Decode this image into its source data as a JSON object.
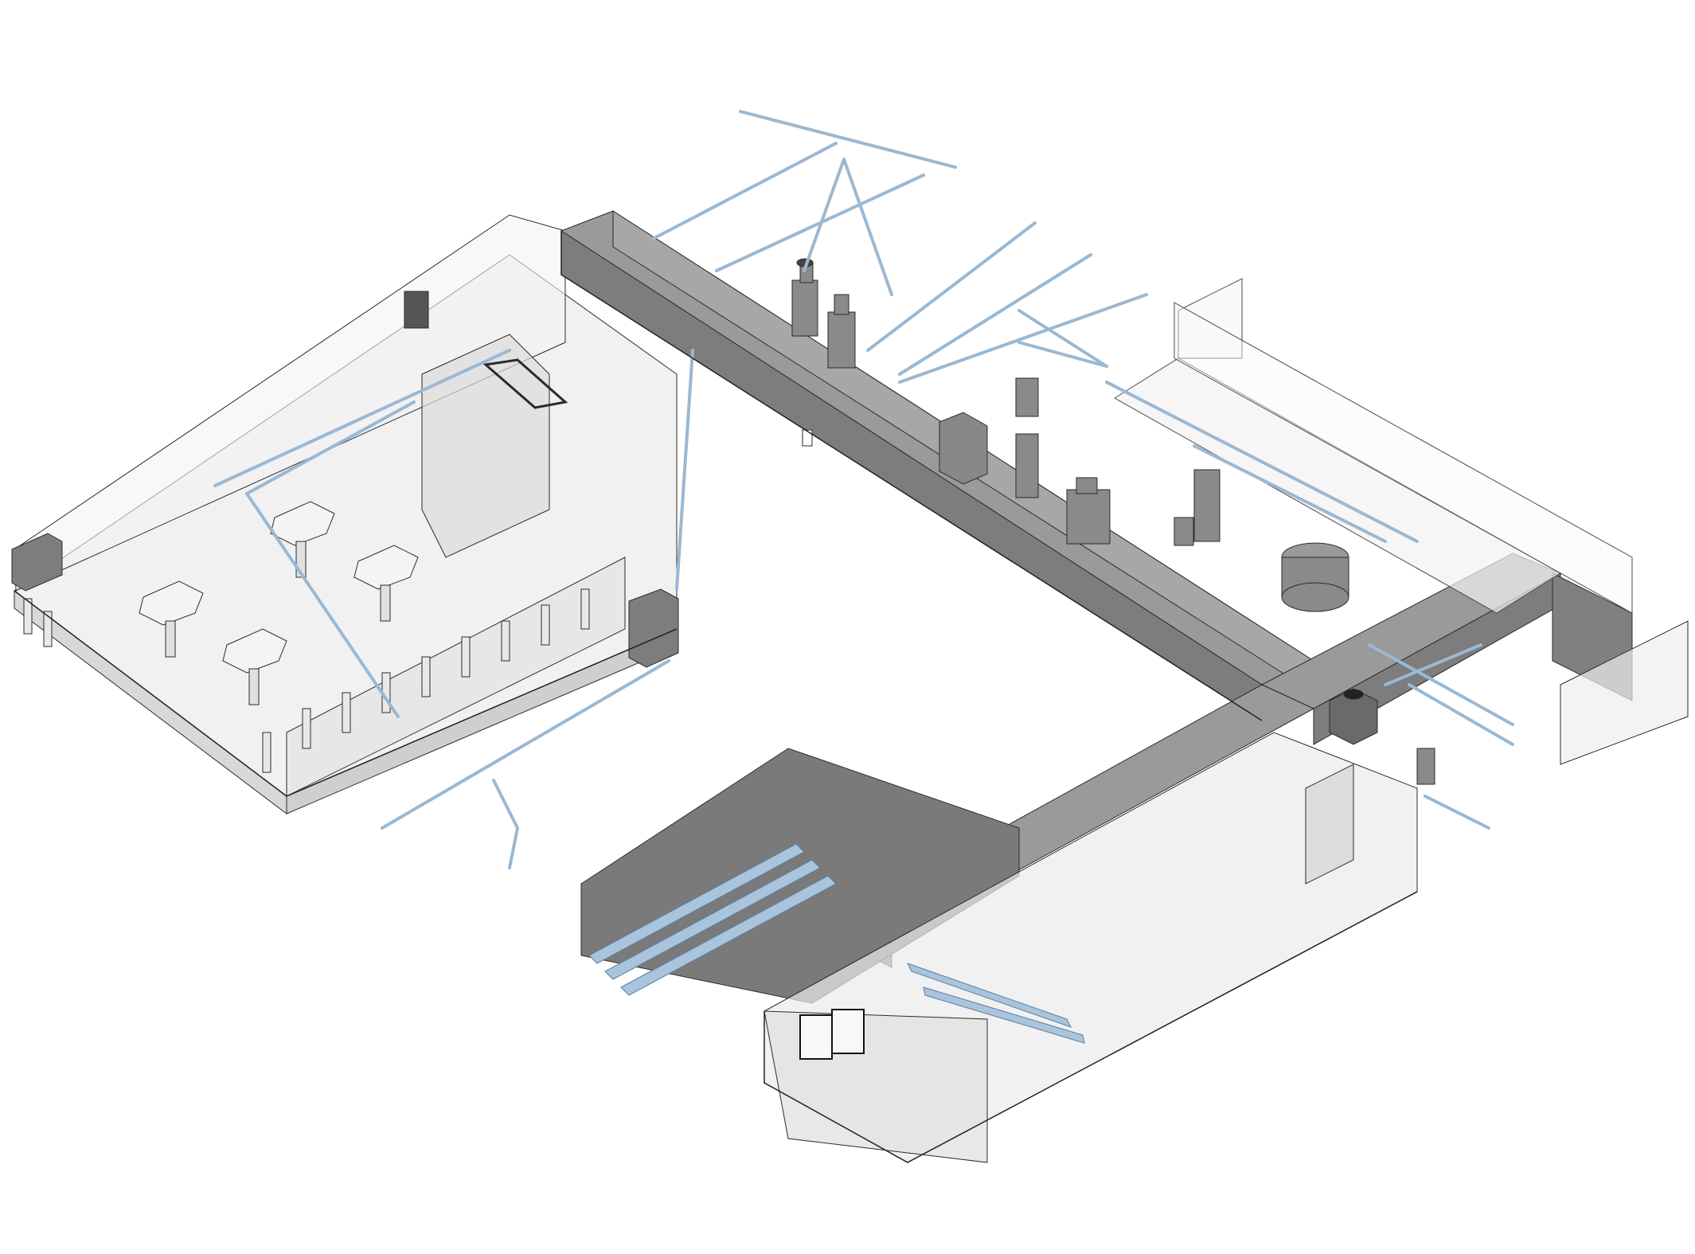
{
  "diagram": {
    "kind": "isometric-bim-mep-model",
    "text_labels": [],
    "colors": {
      "background": "#ffffff",
      "concrete_dark": "#7d7d7d",
      "concrete_mid": "#9a9a9a",
      "concrete_light": "#bdbdbd",
      "slab_translucent": "#e6e6e6",
      "pipe": "#a9c4dc",
      "pipe_edge": "#6f93b4",
      "outline": "#2b2b2b"
    },
    "components": [
      "left-wing-slab",
      "main-service-tunnel",
      "east-branch-tunnel",
      "south-building-block",
      "pipe-manifold",
      "north-plant-room",
      "vertical-tanks",
      "round-tank",
      "mushroom-columns",
      "stair-core",
      "loose-pipe-runs"
    ]
  }
}
